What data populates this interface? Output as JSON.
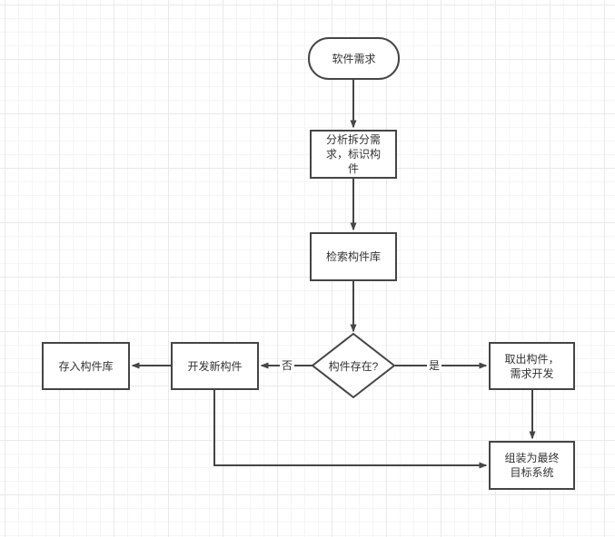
{
  "diagram": {
    "type": "flowchart",
    "nodes": {
      "start": {
        "label": "软件需求",
        "shape": "rounded"
      },
      "analyze": {
        "label": "分析拆分需\n求，标识构\n件",
        "shape": "rect"
      },
      "search": {
        "label": "检索构件库",
        "shape": "rect"
      },
      "decision": {
        "label": "构件存在?",
        "shape": "diamond"
      },
      "develop": {
        "label": "开发新构件",
        "shape": "rect"
      },
      "store": {
        "label": "存入构件库",
        "shape": "rect"
      },
      "takeout": {
        "label": "取出构件，\n需求开发",
        "shape": "rect"
      },
      "assemble": {
        "label": "组装为最终\n目标系统",
        "shape": "rect"
      }
    },
    "edge_labels": {
      "no": "否",
      "yes": "是"
    }
  },
  "palette": {
    "stroke": "#454545",
    "text": "#333333",
    "node_fill": "#ffffff",
    "canvas_bg": "#ffffff",
    "grid_minor": "#f5f5f5",
    "grid_major": "#e9e9e9"
  }
}
